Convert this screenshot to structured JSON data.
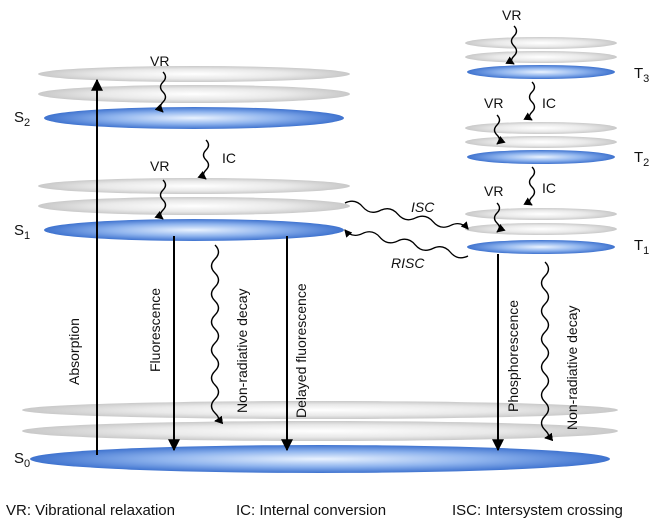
{
  "states": {
    "S2": {
      "base": "S",
      "sub": "2"
    },
    "S1": {
      "base": "S",
      "sub": "1"
    },
    "S0": {
      "base": "S",
      "sub": "0"
    },
    "T3": {
      "base": "T",
      "sub": "3"
    },
    "T2": {
      "base": "T",
      "sub": "2"
    },
    "T1": {
      "base": "T",
      "sub": "1"
    }
  },
  "processes": {
    "vr": "VR",
    "ic": "IC",
    "isc": "ISC",
    "risc": "RISC",
    "absorption": "Absorption",
    "fluorescence": "Fluorescence",
    "nonrad_singlet": "Non-radiative decay",
    "delayed_fluorescence": "Delayed fluorescence",
    "phosphorescence": "Phosphorescence",
    "nonrad_triplet": "Non-radiative decay"
  },
  "legend": {
    "vr": "VR: Vibrational relaxation",
    "ic": "IC: Internal conversion",
    "isc": "ISC: Intersystem crossing"
  },
  "colors": {
    "grey_level": "#d6d6d6",
    "blue_level": "#4a7fd6",
    "arrow": "#000000"
  }
}
